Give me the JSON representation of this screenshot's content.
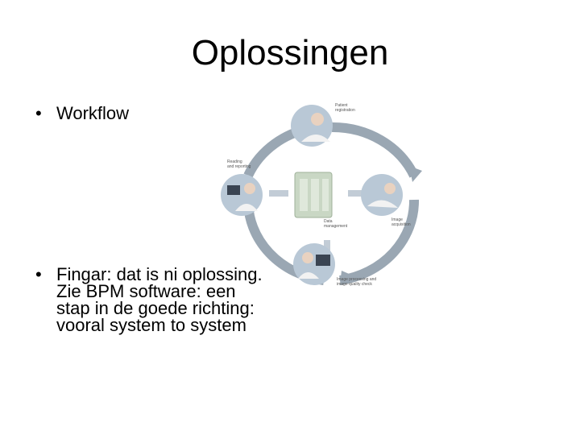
{
  "slide": {
    "title": "Oplossingen",
    "bullets": [
      {
        "marker": "•",
        "text": "Workflow"
      },
      {
        "marker": "•",
        "text": "Fingar: dat is ni oplossing. Zie BPM software: een stap in de goede richting: vooral system to system"
      }
    ]
  },
  "diagram": {
    "stages": [
      {
        "label_line1": "Patient",
        "label_line2": "registration"
      },
      {
        "label_line1": "Image",
        "label_line2": "acquisition"
      },
      {
        "label_line1": "Image processing and",
        "label_line2": "image quality check"
      },
      {
        "label_line1": "Reading",
        "label_line2": "and reporting"
      }
    ],
    "center": {
      "label_line1": "Data",
      "label_line2": "management"
    },
    "colors": {
      "arrow": "#9aa7b3",
      "server": "#c9d7c4",
      "photo": "#b9c8d6"
    }
  }
}
